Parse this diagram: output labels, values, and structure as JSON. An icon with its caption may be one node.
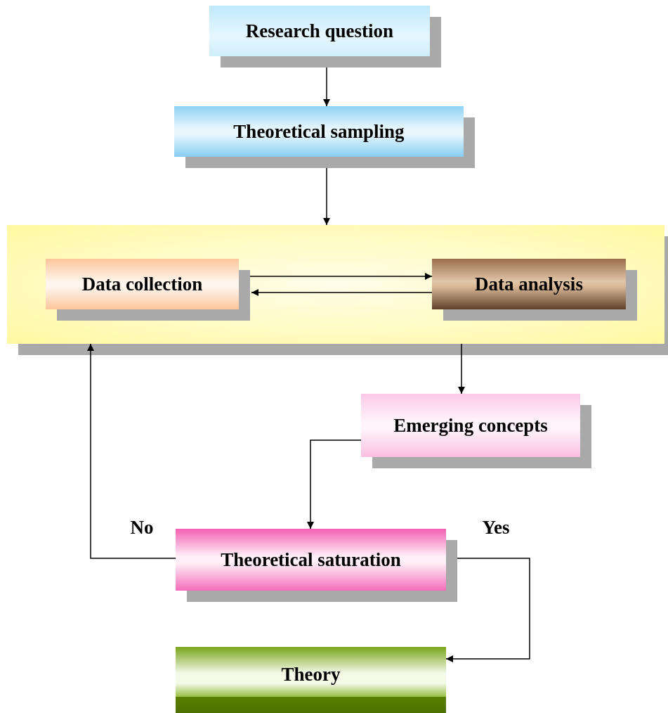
{
  "diagram": {
    "nodes": [
      {
        "text": [
          "Research question"
        ]
      },
      {
        "text": [
          "Theoretical sampling"
        ]
      },
      {
        "text": [],
        "shape": "box"
      },
      {
        "text": [
          "Data collection"
        ],
        "in": 2
      },
      {
        "text": [
          "Data analysis"
        ],
        "in": 2
      },
      {
        "text": [
          "Emerging concepts"
        ]
      },
      {
        "text": [
          "Theoretical saturation"
        ]
      },
      {
        "text": [
          "Theory"
        ]
      }
    ],
    "edges": [
      {
        "from": 0,
        "to": 1,
        "arrow": "to"
      },
      {
        "from": 1,
        "to": 2,
        "arrow": "to"
      },
      {
        "from": 3,
        "to": 4,
        "arrow": "to"
      },
      {
        "from": 4,
        "to": 3,
        "arrow": "to"
      },
      {
        "from": 2,
        "to": 5,
        "arrow": "to"
      },
      {
        "from": 5,
        "to": 6,
        "arrow": "to"
      },
      {
        "from": 6,
        "to": 2,
        "arrow": "to",
        "label": "No"
      },
      {
        "from": 6,
        "to": 7,
        "arrow": "to",
        "label": "Yes"
      }
    ]
  }
}
